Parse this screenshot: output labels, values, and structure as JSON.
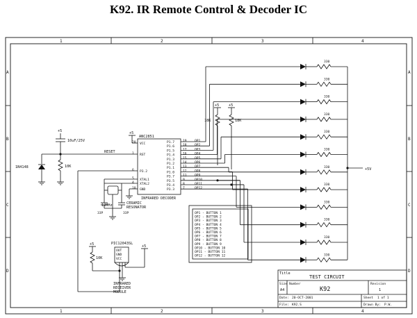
{
  "header": {
    "title": "K92. IR Remote Control & Decoder IC"
  },
  "frame": {
    "columns": [
      "1",
      "2",
      "3",
      "4"
    ],
    "rows": [
      "A",
      "B",
      "C",
      "D"
    ]
  },
  "ic": {
    "part": "ANC2851",
    "name": "INFRARED DECODER",
    "left_pins": [
      "VCC",
      "RST",
      "P3.2",
      "XTAL1",
      "XTAL2",
      "GND"
    ],
    "left_pin_nums": [
      "20",
      "1",
      "6",
      "5",
      "4",
      "10"
    ],
    "right_pins": [
      "P1.7",
      "P1.6",
      "P1.5",
      "P1.4",
      "P1.3",
      "P1.2",
      "P1.1",
      "P1.0",
      "P3.7",
      "P3.5",
      "P3.4",
      "P3.3"
    ],
    "right_pin_nums": [
      "19",
      "18",
      "17",
      "16",
      "15",
      "14",
      "13",
      "12",
      "11",
      "9",
      "8",
      "7"
    ],
    "outputs": [
      "OP1",
      "OP2",
      "OP3",
      "OP4",
      "OP5",
      "OP6",
      "OP7",
      "OP8",
      "OP9",
      "OP10",
      "OP11",
      "OP12"
    ]
  },
  "components": {
    "vcc_label": "+5",
    "cap_label": "10uF/25V",
    "diode_label": "1N4148",
    "reset_label": "RESET",
    "res_10k": "10K",
    "res_18k_a": "18K",
    "res_18k_b": "18K",
    "resonator_freq": "12MHz",
    "resonator_label_1": "CERAMIC",
    "resonator_label_2": "RESONATOR",
    "cap_a": "33P",
    "cap_b": "33P",
    "receiver_part": "PIC12043SL",
    "receiver_pins": [
      "OUT",
      "GND",
      "VCC"
    ],
    "receiver_label": [
      "INFRARED",
      "RECEIVER",
      "MODULE"
    ],
    "pullup_10k": "10K",
    "led_resistor": "330",
    "supply_label": "+5V"
  },
  "button_table": [
    "OP1  - BUTTON 1",
    "OP2  - BUTTON 2",
    "OP3  - BUTTON 3",
    "OP4  - BUTTON 4",
    "OP5  - BUTTON 5",
    "OP6  - BUTTON 6",
    "OP7  - BUTTON 7",
    "OP8  - BUTTON 8",
    "OP9  - BUTTON 9",
    "OP10 - BUTTON 10",
    "OP11 - BUTTON 11",
    "OP12 - BUTTON 12"
  ],
  "title_block": {
    "title_label": "Title",
    "title": "TEST CIRCUIT",
    "size_label": "Size",
    "size": "A4",
    "number_label": "Number",
    "number": "K92",
    "revision_label": "Revision",
    "revision": "1",
    "date_label": "Date:",
    "date": "20-OCT-2001",
    "file_label": "File:",
    "file": "K92.S",
    "sheet_label": "Sheet",
    "sheet": "1 of 1",
    "drawn_label": "Drawn By:",
    "drawn": "P.W."
  }
}
